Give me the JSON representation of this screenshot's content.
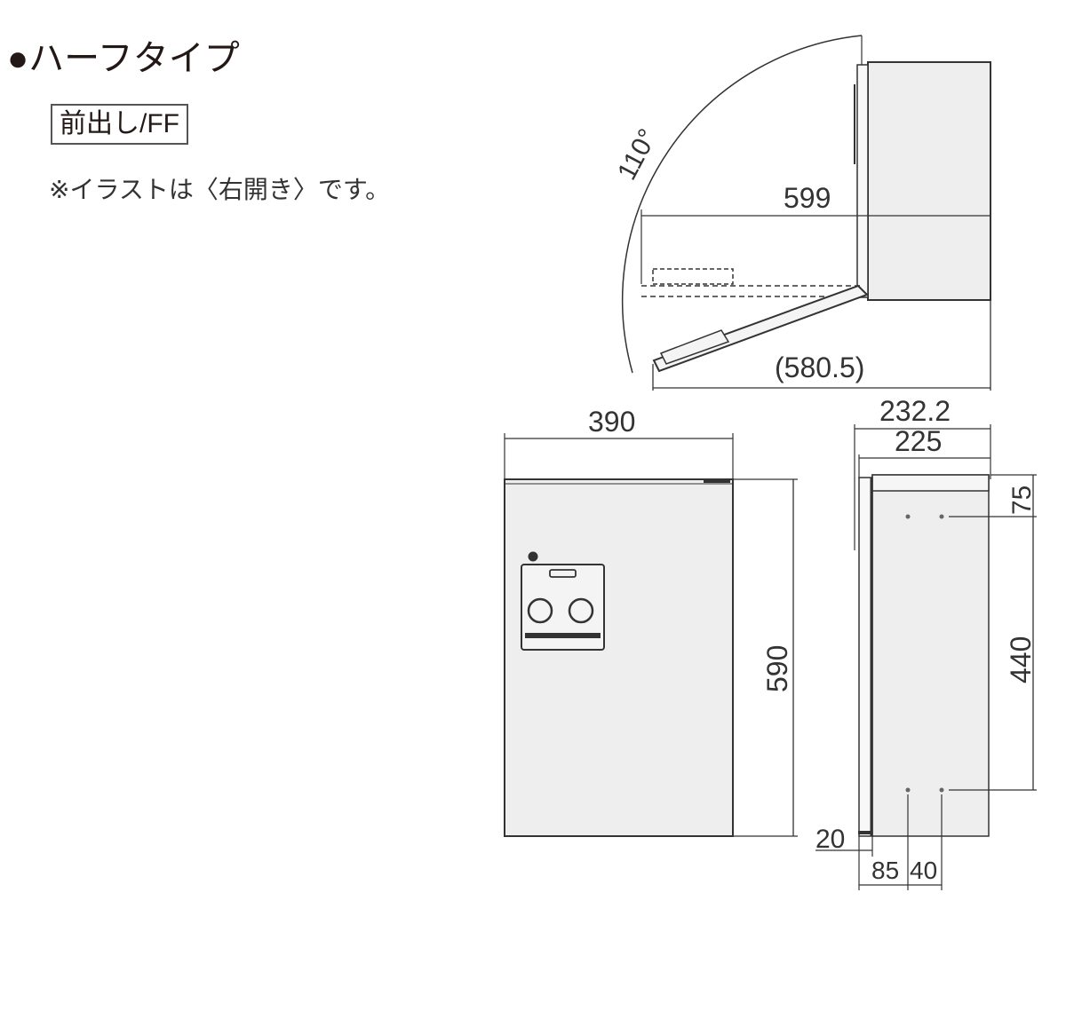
{
  "header": {
    "title": "●ハーフタイプ",
    "type_badge": "前出し/FF",
    "note": "※イラストは〈右開き〉です。"
  },
  "top_view": {
    "angle_label": "110°",
    "depth_open_label": "599",
    "open_width_label": "(580.5)"
  },
  "front_view": {
    "width_label": "390",
    "height_label": "590"
  },
  "side_view": {
    "total_depth_label": "232.2",
    "body_depth_label": "225",
    "top_offset_label": "75",
    "hole_pitch_label": "440",
    "bottom_offset_label": "20",
    "hole_x_label": "85",
    "hole_gap_label": "40"
  },
  "colors": {
    "line": "#333333",
    "fill": "#eeeeee",
    "ink": "#231815"
  }
}
